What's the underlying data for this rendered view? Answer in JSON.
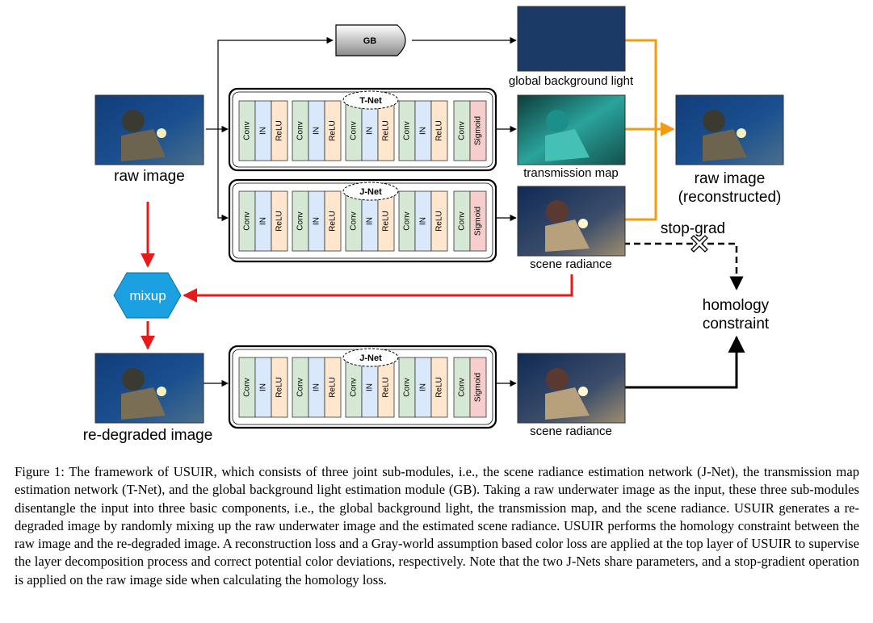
{
  "labels": {
    "raw_image": "raw image",
    "global_background_light": "global background light",
    "transmission_map": "transmission map",
    "scene_radiance_top": "scene radiance",
    "raw_image_reconstructed_line1": "raw image",
    "raw_image_reconstructed_line2": "(reconstructed)",
    "stop_grad": "stop-grad",
    "homology_line1": "homology",
    "homology_line2": "constraint",
    "mixup": "mixup",
    "re_degraded_image": "re-degraded image",
    "scene_radiance_bottom": "scene radiance",
    "gb": "GB"
  },
  "networks": {
    "t_net": {
      "title": "T-Net"
    },
    "j_net_top": {
      "title": "J-Net"
    },
    "j_net_bottom": {
      "title": "J-Net"
    },
    "block_layers": [
      "Conv",
      "IN",
      "ReLU"
    ],
    "final_layers": [
      "Conv",
      "Sigmoid"
    ]
  },
  "colors": {
    "conv": "#d5e8d4",
    "in": "#dae8fc",
    "relu": "#ffe6cc",
    "sigmoid": "#f8cecc",
    "mixup_fill": "#1ba1e2",
    "orange_arrow": "#f39c12",
    "red_arrow": "#e8191b",
    "gb_light": "#1c3a66"
  },
  "caption": {
    "text": "Figure 1: The framework of USUIR, which consists of three joint sub-modules, i.e., the scene radiance estimation network (J-Net), the transmission map estimation network (T-Net), and the global background light estimation module (GB). Taking a raw underwater image as the input, these three sub-modules disentangle the input into three basic components, i.e., the global background light, the transmission map, and the scene radiance. USUIR generates a re-degraded image by randomly mixing up the raw underwater image and the estimated scene radiance. USUIR performs the homology constraint between the raw image and the re-degraded image. A reconstruction loss and a Gray-world assumption based color loss are applied at the top layer of USUIR to supervise the layer decomposition process and correct potential color deviations, respectively. Note that the two J-Nets share parameters, and a stop-gradient operation is applied on the raw image side when calculating the homology loss."
  }
}
